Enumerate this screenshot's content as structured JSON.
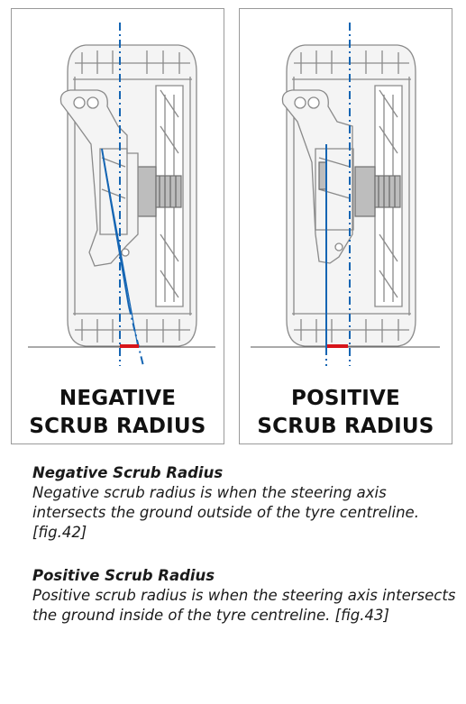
{
  "panels": {
    "negative": {
      "title_line1": "NEGATIVE",
      "title_line2": "SCRUB RADIUS"
    },
    "positive": {
      "title_line1": "POSITIVE",
      "title_line2": "SCRUB RADIUS"
    }
  },
  "descriptions": {
    "negative": {
      "heading": "Negative Scrub Radius",
      "body": "Negative scrub radius is when the steering axis intersects the ground outside of the tyre centreline. [fig.42]"
    },
    "positive": {
      "heading": "Positive Scrub Radius",
      "body": "Positive scrub radius is when the steering axis intersects the ground inside of the tyre centreline. [fig.43]"
    }
  },
  "colors": {
    "axis_line": "#1565b3",
    "scrub_marker": "#d7141a",
    "panel_border": "#9a9a9a"
  }
}
